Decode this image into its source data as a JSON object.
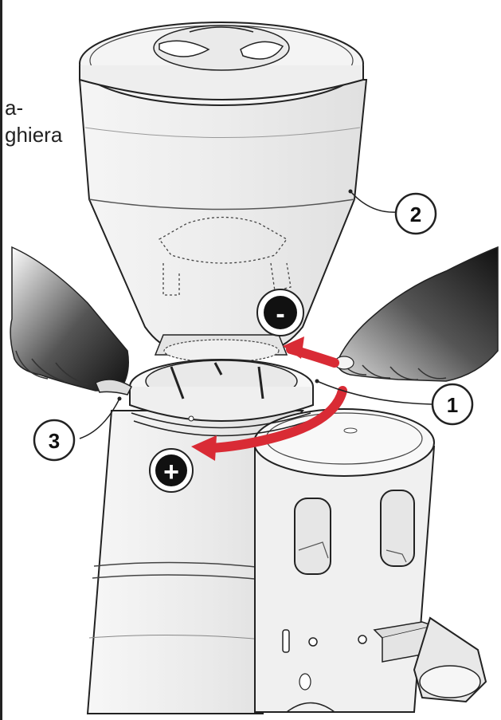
{
  "text_fragments": {
    "line1": "a-",
    "line2": "ghiera"
  },
  "callouts": {
    "c1": "1",
    "c2": "2",
    "c3": "3"
  },
  "direction_symbols": {
    "minus": "-",
    "plus": "+"
  },
  "colors": {
    "arrow_red": "#d92b35",
    "line": "#222222",
    "body_fill": "#f1f1f1",
    "hopper_fill": "#ececec"
  }
}
